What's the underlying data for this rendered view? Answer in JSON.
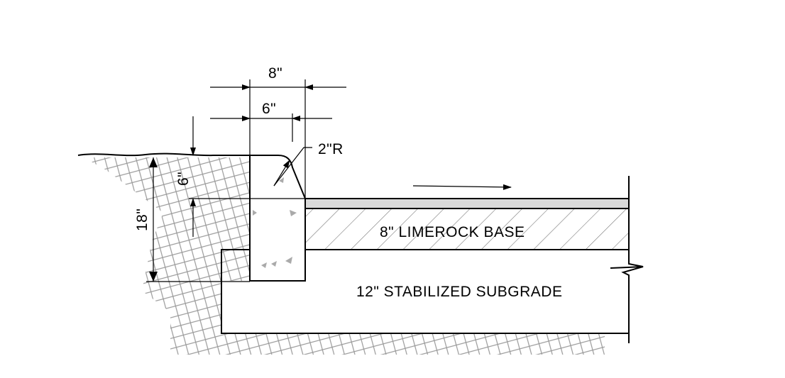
{
  "labels": {
    "top_width": "8\"",
    "inner_width": "6\"",
    "radius": "2\"R",
    "face_height": "6\"",
    "total_depth": "18\"",
    "base_layer": "8\" LIMEROCK BASE",
    "subgrade_layer": "12\" STABILIZED SUBGRADE"
  },
  "colors": {
    "line": "#000000",
    "hatch": "#9a9a9a",
    "asphalt": "#d9d9d9",
    "background": "#ffffff"
  }
}
